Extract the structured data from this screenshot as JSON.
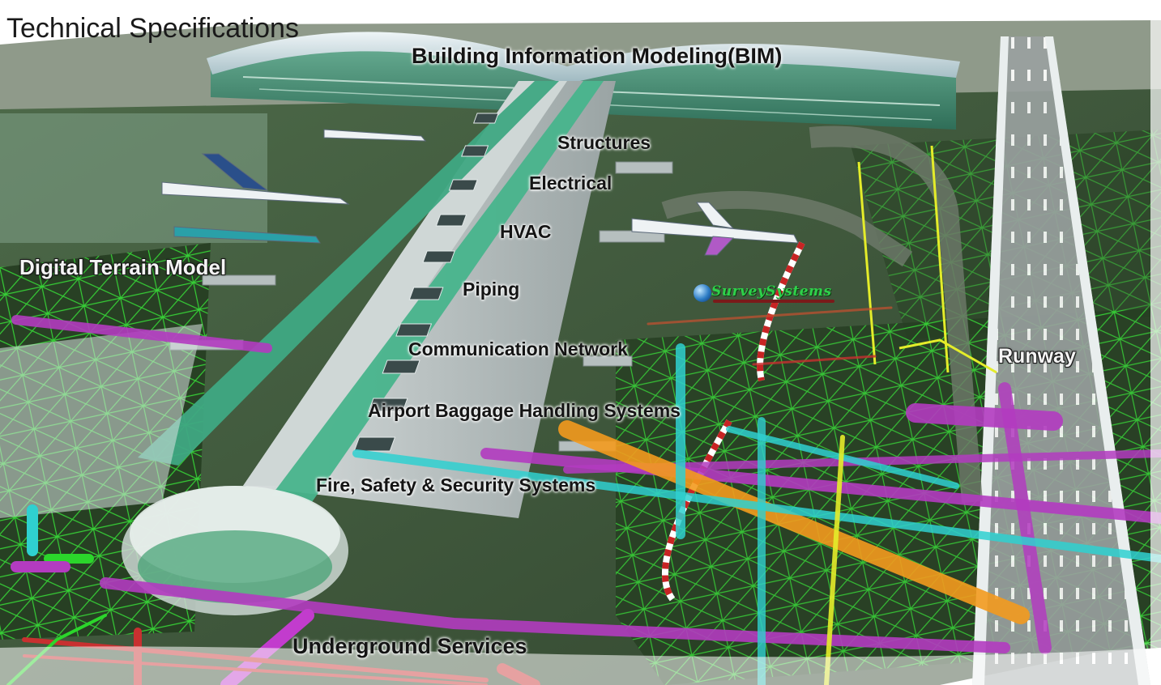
{
  "title": "Technical Specifications",
  "labels": {
    "bim": "Building Information Modeling(BIM)",
    "structures": "Structures",
    "electrical": "Electrical",
    "hvac": "HVAC",
    "piping": "Piping",
    "communication": "Communication Network",
    "baggage": "Airport Baggage Handling Systems",
    "fire_safety": "Fire, Safety & Security Systems",
    "underground": "Underground Services",
    "terrain": "Digital Terrain Model",
    "runway": "Runway"
  },
  "logo": {
    "word": "SurveySystems"
  },
  "colors": {
    "terrain_green": "#3d5a3a",
    "grid_line": "#2bd62b",
    "utility_magenta": "#b33bc0",
    "utility_cyan": "#2fd0d0",
    "utility_orange": "#f39a1e",
    "terminal_green": "#3fae86"
  }
}
